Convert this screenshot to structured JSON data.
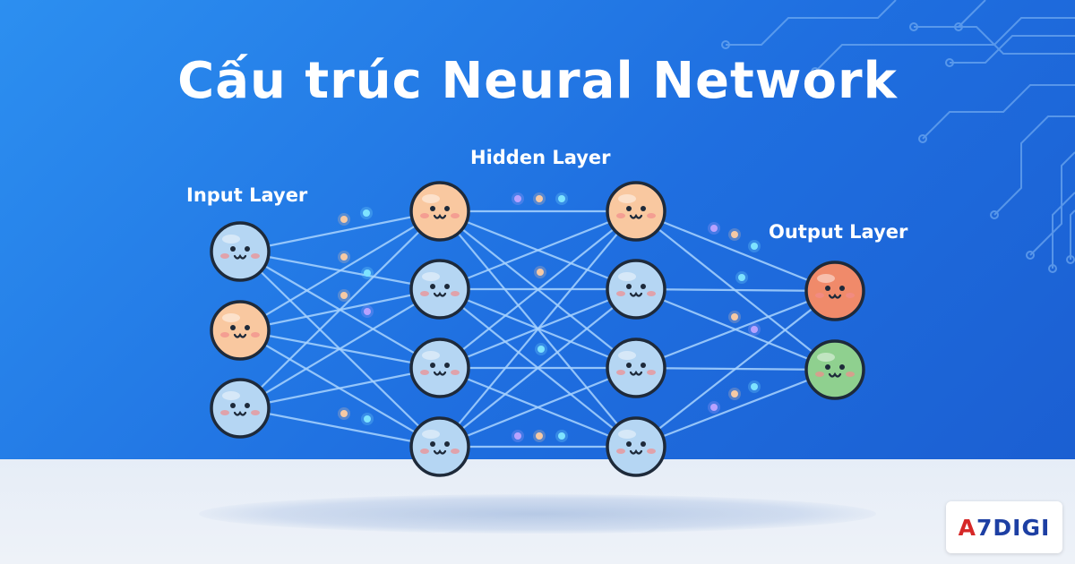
{
  "title": "Cấu trúc Neural Network",
  "layers": {
    "input": {
      "label": "Input Layer",
      "neurons": [
        "blue",
        "peach",
        "blue"
      ]
    },
    "hidden1": {
      "neurons": [
        "peach",
        "blue",
        "blue",
        "blue"
      ]
    },
    "hidden2": {
      "neurons": [
        "peach",
        "blue",
        "blue",
        "blue"
      ]
    },
    "hidden_label": "Hidden Layer",
    "output": {
      "label": "Output Layer",
      "neurons": [
        "red",
        "green"
      ]
    }
  },
  "colors": {
    "background": "#1f6fe0",
    "connection": "#a9d4ff",
    "neuron_blue": "#b5d6f3",
    "neuron_peach": "#f9c8a0",
    "neuron_red": "#f08a6a",
    "neuron_green": "#8fd08f",
    "outline": "#1e2a3a"
  },
  "logo": {
    "accent": "A",
    "text": "7DIGI"
  }
}
